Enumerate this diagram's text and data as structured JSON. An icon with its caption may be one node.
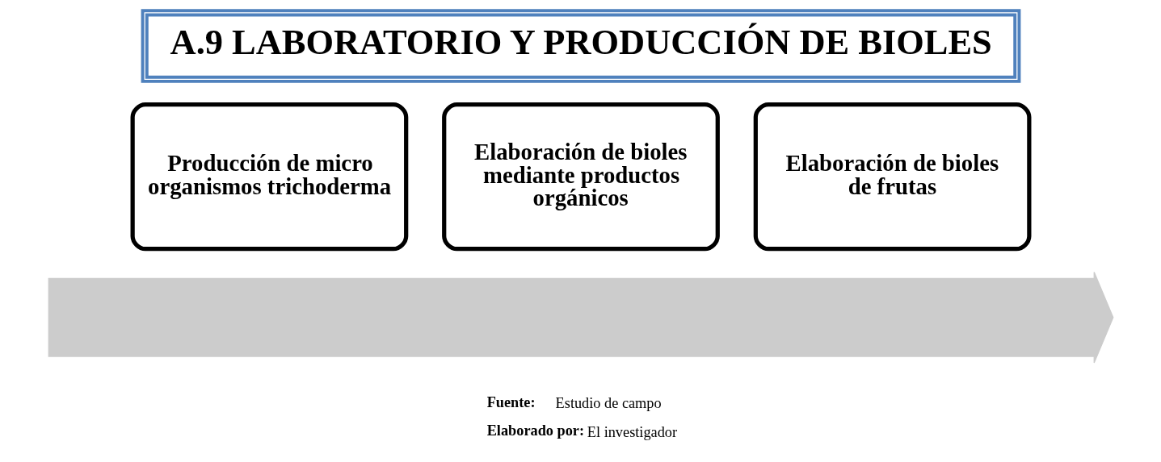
{
  "diagram": {
    "nodes": [
      {
        "text": [
          "A.9 LABORATORIO Y PRODUCCIÓN DE BIOLES"
        ]
      },
      {
        "text": [
          "Producción de micro organismos trichoderma"
        ]
      },
      {
        "text": [
          "Elaboración de bioles mediante productos orgánicos"
        ]
      },
      {
        "text": [
          "Elaboración de bioles de frutas"
        ]
      },
      {
        "text": [],
        "shape": "arrow"
      }
    ],
    "edges": [],
    "labels": [
      "**Fuente:** Estudio de campo",
      "**Elaborado por:** El investigador"
    ]
  }
}
